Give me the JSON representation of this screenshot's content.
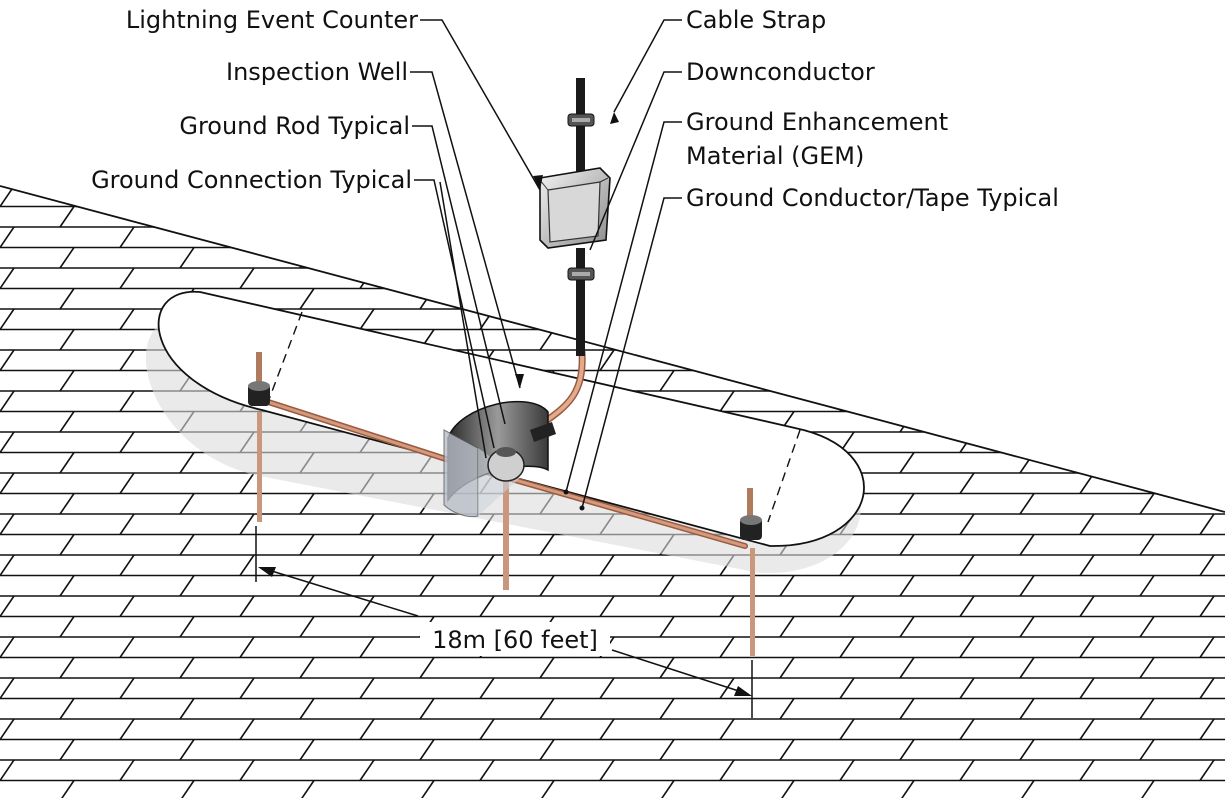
{
  "labels": {
    "lightning_event_counter": "Lightning Event Counter",
    "inspection_well": "Inspection Well",
    "ground_rod_typical": "Ground Rod Typical",
    "ground_connection_typical": "Ground Connection Typical",
    "cable_strap": "Cable Strap",
    "downconductor": "Downconductor",
    "gem_line1": "Ground Enhancement",
    "gem_line2": "Material (GEM)",
    "ground_conductor_tape": "Ground Conductor/Tape Typical"
  },
  "dimension": {
    "spacing": "18m [60 feet]"
  },
  "colors": {
    "copper": "#c98a6e",
    "copper_dark": "#9a5a40",
    "line": "#111111",
    "pole": "#1a1a1a"
  }
}
